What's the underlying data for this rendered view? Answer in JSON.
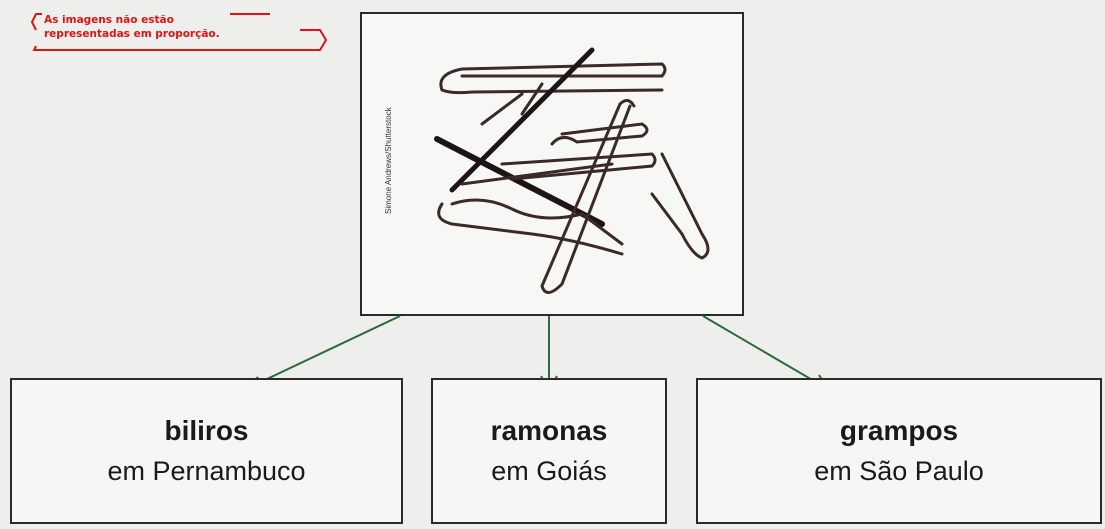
{
  "notice": {
    "line1": "As imagens não estão",
    "line2": "representadas em proporção.",
    "color": "#e01414"
  },
  "photo": {
    "subject": "hairpins",
    "credit": "Simone Andrews/Shutterstock"
  },
  "regions": [
    {
      "term": "biliros",
      "place": "em Pernambuco"
    },
    {
      "term": "ramonas",
      "place": "em Goiás"
    },
    {
      "term": "grampos",
      "place": "em São Paulo"
    }
  ],
  "arrow_color": "#2f6b3a"
}
